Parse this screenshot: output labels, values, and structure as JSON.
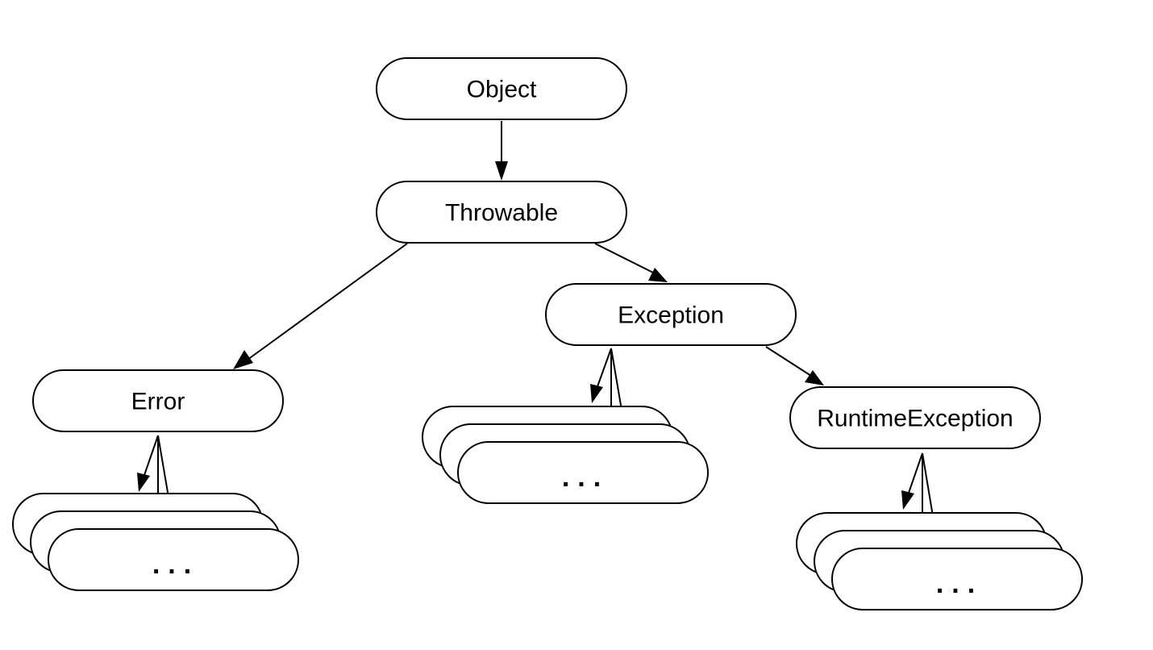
{
  "diagram": {
    "nodes": {
      "object": "Object",
      "throwable": "Throwable",
      "exception": "Exception",
      "error": "Error",
      "runtime_exception": "RuntimeException"
    },
    "subclass_stacks": {
      "error_subclasses": "...",
      "exception_subclasses": "...",
      "runtime_exception_subclasses": "..."
    },
    "colors": {
      "stroke": "#000000",
      "fill": "#ffffff"
    }
  }
}
